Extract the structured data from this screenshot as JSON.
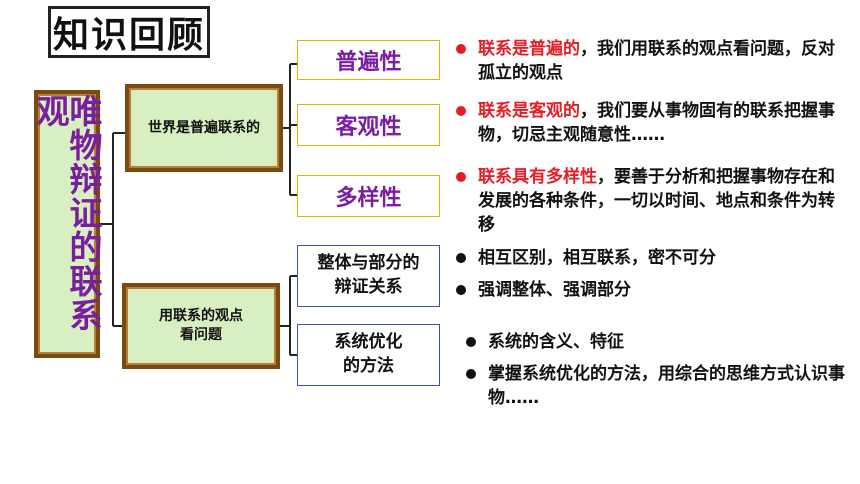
{
  "title": "知识回顾",
  "root": "唯物辩证的联系观",
  "branch_world": {
    "label": "世界是普遍联系的",
    "children": [
      {
        "label": "普遍性",
        "highlight": "联系是普遍的",
        "text": "，我们用联系的观点看问题，反对孤立的观点"
      },
      {
        "label": "客观性",
        "highlight": "联系是客观的",
        "text": "，我们要从事物固有的联系把握事物，切忌主观随意性……"
      },
      {
        "label": "多样性",
        "highlight": "联系具有多样性",
        "text": "，要善于分析和把握事物存在和发展的各种条件，一切以时间、地点和条件为转移"
      }
    ]
  },
  "branch_view": {
    "label": "用联系的观点看问题",
    "label_lines": [
      "用联系的观点",
      "看问题"
    ],
    "children": [
      {
        "label_lines": [
          "整体与部分的",
          "辩证关系"
        ],
        "points": [
          "相互区别，相互联系，密不可分",
          "强调整体、强调部分"
        ]
      },
      {
        "label_lines": [
          "系统优化",
          "的方法"
        ],
        "points": [
          "系统的含义、特征",
          "掌握系统优化的方法，用综合的思维方式认识事物……"
        ]
      }
    ]
  },
  "colors": {
    "highlight": "#e41e26",
    "purple": "#7a1ea0",
    "box_fill": "#d8efc1",
    "box_border": "#7a4a10",
    "yellow_border": "#e2b500",
    "blue_border": "#3657a7"
  }
}
